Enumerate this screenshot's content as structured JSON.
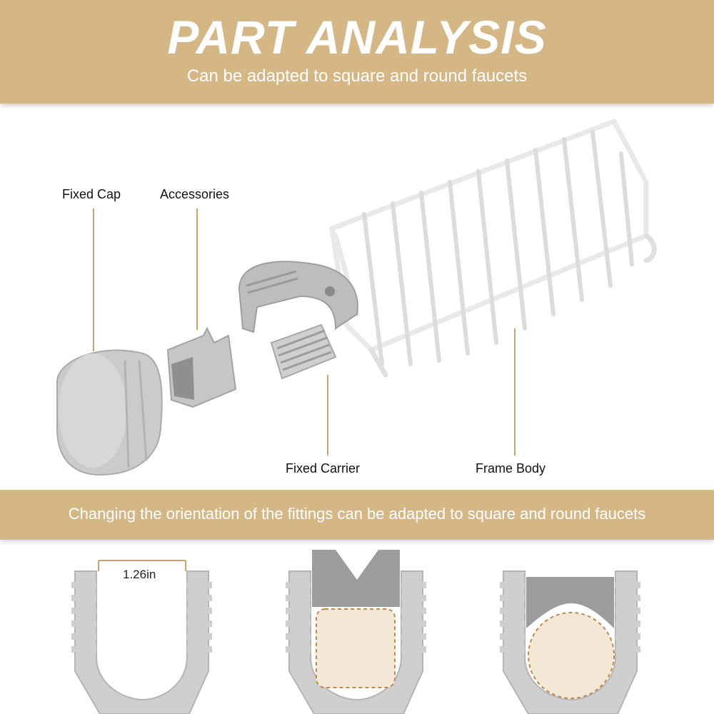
{
  "header": {
    "title": "PART ANALYSIS",
    "subtitle": "Can be adapted to square and round faucets"
  },
  "parts": {
    "fixed_cap": "Fixed Cap",
    "accessories": "Accessories",
    "fixed_carrier": "Fixed Carrier",
    "frame_body": "Frame Body"
  },
  "middle_banner": {
    "text": "Changing the orientation of the fittings can be adapted to square and round faucets"
  },
  "dimension": {
    "width_label": "1.26in"
  },
  "colors": {
    "band": "#d5b785",
    "leader": "#c9a46a",
    "plastic_gray": "#c8c8c8",
    "dark_gray": "#9a9a9a",
    "faucet_fill": "#f3e8d6",
    "faucet_outline": "#c08a4a"
  }
}
